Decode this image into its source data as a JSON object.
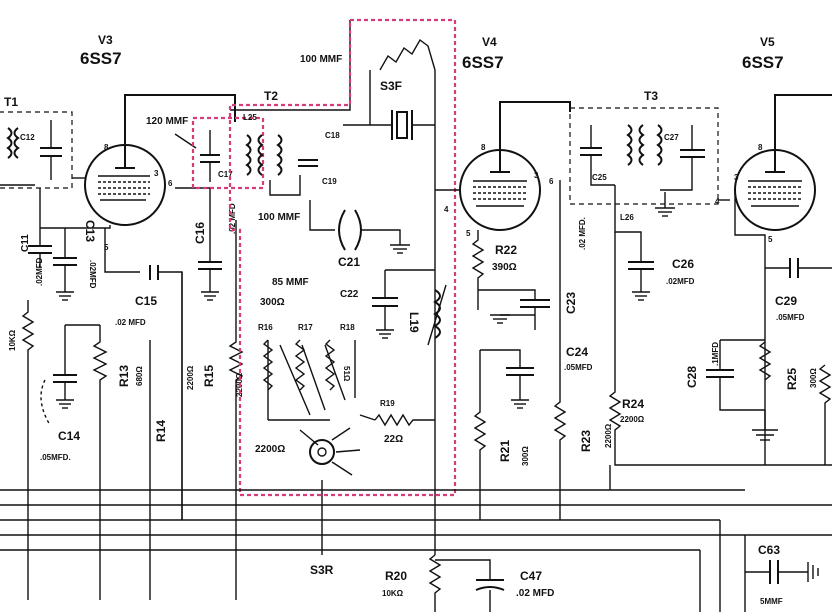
{
  "tubes": {
    "v3": {
      "name": "V3",
      "type": "6SS7"
    },
    "v4": {
      "name": "V4",
      "type": "6SS7"
    },
    "v5": {
      "name": "V5",
      "type": "6SS7"
    }
  },
  "transformers": {
    "t1": "T1",
    "t2": "T2",
    "t3": "T3",
    "l25": "L25",
    "l26": "L26",
    "l19": "L19"
  },
  "pins": {
    "p8a": "8",
    "p3a": "3",
    "p6a": "6",
    "p5a": "5",
    "p8b": "8",
    "p3b": "3",
    "p6b": "6",
    "p5b": "5",
    "p4a": "4",
    "p8c": "8",
    "p3c": "3",
    "p5c": "5",
    "p4b": "4"
  },
  "capacitors": {
    "c11": {
      "name": "C11",
      "value": ".02MFD"
    },
    "c12": "C12",
    "c13": {
      "name": "C13",
      "value": ".02MFD"
    },
    "c14": {
      "name": "C14",
      "value": ".05MFD."
    },
    "c15": {
      "name": "C15",
      "value": ".02 MFD"
    },
    "c16": {
      "name": "C16",
      "value": ".02 MFD"
    },
    "c17": "C17",
    "c18": "C18",
    "c19": "C19",
    "c20": {
      "value": "100 MMF"
    },
    "c21": "C21",
    "c22": {
      "name": "C22",
      "value": "85 MMF"
    },
    "c23": {
      "name": "C23",
      "value": ".02 MFD."
    },
    "c24": {
      "name": "C24",
      "value": ".05MFD"
    },
    "c25": "C25",
    "c26": {
      "name": "C26",
      "value": ".02MFD"
    },
    "c27": "C27",
    "c28": {
      "name": "C28",
      "value": ".1MFD"
    },
    "c29": {
      "name": "C29",
      "value": ".05MFD"
    },
    "c47": {
      "name": "C47",
      "value": ".02 MFD"
    },
    "c63": {
      "name": "C63",
      "value": "5MMF"
    },
    "c120": {
      "value": "120 MMF"
    },
    "c100b": {
      "value": "100 MMF"
    }
  },
  "resistors": {
    "r11": {
      "value": "10KΩ"
    },
    "r13": {
      "name": "R13",
      "value": "680Ω"
    },
    "r14": {
      "name": "R14",
      "value": "2200Ω"
    },
    "r15": {
      "name": "R15",
      "value": "2200Ω"
    },
    "r16": "R16",
    "r17": "R17",
    "r18": "R18",
    "r16val": "300Ω",
    "r18val": "51Ω",
    "r19": {
      "name": "R19",
      "value": "22Ω"
    },
    "r2200": "2200Ω",
    "r20": {
      "name": "R20",
      "value": "10KΩ"
    },
    "r21": {
      "name": "R21",
      "value": "300Ω"
    },
    "r22": {
      "name": "R22",
      "value": "390Ω"
    },
    "r23": {
      "name": "R23",
      "value": "2200Ω"
    },
    "r24": {
      "name": "R24",
      "value": "2200Ω"
    },
    "r25": {
      "name": "R25",
      "value": "300Ω"
    }
  },
  "switches": {
    "s3f": "S3F",
    "s3r": "S3R"
  },
  "colors": {
    "ink": "#111111",
    "shield": "#d63c7a",
    "paper": "#ffffff"
  }
}
